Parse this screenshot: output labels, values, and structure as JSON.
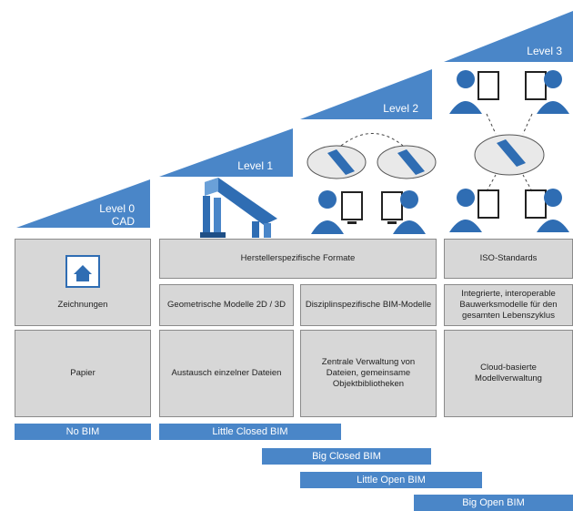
{
  "levels": [
    {
      "label": "Level 0",
      "sublabel": "CAD"
    },
    {
      "label": "Level 1"
    },
    {
      "label": "Level 2"
    },
    {
      "label": "Level 3"
    }
  ],
  "col0": {
    "row2": "Zeichnungen",
    "row3": "Papier"
  },
  "col1": {
    "header": "Herstellerspezifische Formate",
    "row2a": "Geometrische Modelle 2D / 3D",
    "row2b": "Disziplinspezifische BIM-Modelle",
    "row3a": "Austausch einzelner Dateien",
    "row3b": "Zentrale Verwaltung von Dateien, gemeinsame Objektbibliotheken"
  },
  "col3": {
    "header": "ISO-Standards",
    "row2": "Integrierte, interoperable Bauwerksmodelle für den gesamten Lebenszyklus",
    "row3": "Cloud-basierte Modellverwaltung"
  },
  "bars": [
    "No BIM",
    "Little Closed BIM",
    "Big Closed BIM",
    "Little Open BIM",
    "Big Open BIM"
  ],
  "colors": {
    "blue": "#4a86c8",
    "cell": "#d7d7d7",
    "border": "#8a8a8a"
  }
}
